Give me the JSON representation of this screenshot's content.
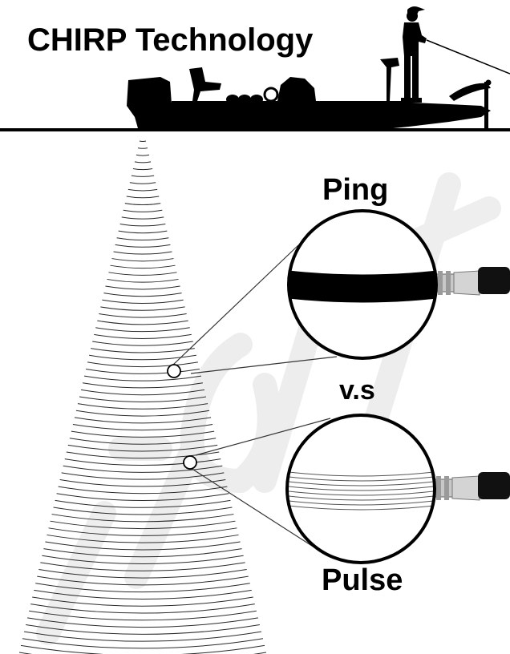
{
  "diagram": {
    "title": "CHIRP Technology",
    "ping_label": "Ping",
    "vs_label": "v.s",
    "pulse_label": "Pulse"
  },
  "colors": {
    "ink": "#000000",
    "background": "#ffffff",
    "sonar_line": "#2a2a2a",
    "watermark": "#ececec",
    "lens_rim": "#111111",
    "chrome": "#bdbdbd"
  },
  "icons": {
    "boat": "bass-boat-silhouette-icon",
    "angler": "angler-silhouette-icon",
    "magnifier": "magnifying-glass-icon"
  },
  "sonar": {
    "ring_count": 75
  }
}
